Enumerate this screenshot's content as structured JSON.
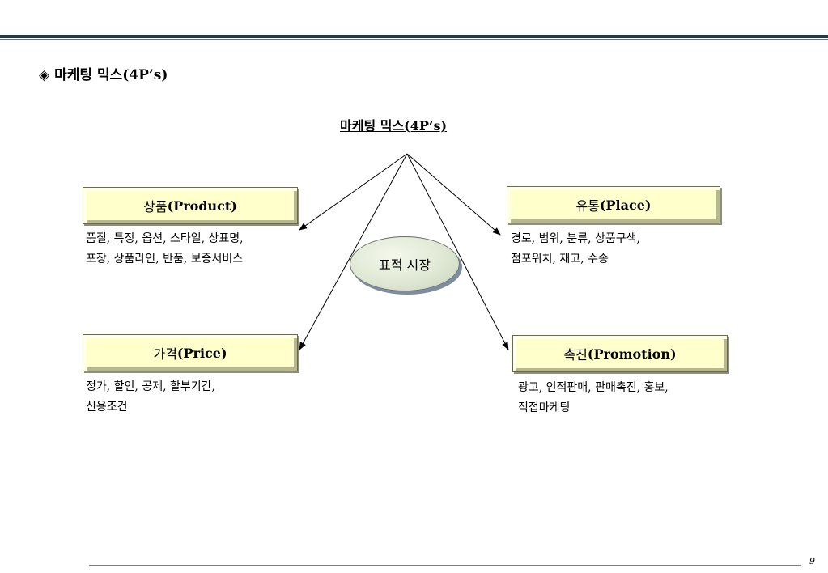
{
  "heading": {
    "bullet": "◈",
    "text": "마케팅 믹스(4P’s)"
  },
  "center_title": "마케팅 믹스(4P’s)",
  "target": "표적 시장",
  "boxes": {
    "product": {
      "ko": "상품",
      "en": "(Product)",
      "desc_line1": "품질, 특징, 옵션, 스타일, 상표명,",
      "desc_line2": "포장, 상품라인, 반품, 보증서비스"
    },
    "place": {
      "ko": "유통",
      "en": "(Place)",
      "desc_line1": "경로, 범위, 분류, 상품구색,",
      "desc_line2": "점포위치, 재고, 수송"
    },
    "price": {
      "ko": "가격",
      "en": "(Price)",
      "desc_line1": "정가, 할인, 공제, 할부기간,",
      "desc_line2": "신용조건"
    },
    "promotion": {
      "ko": "촉진",
      "en": "(Promotion)",
      "desc_line1": "광고, 인적판매, 판매촉진, 홍보,",
      "desc_line2": "직접마케팅"
    }
  },
  "page_number": "9"
}
